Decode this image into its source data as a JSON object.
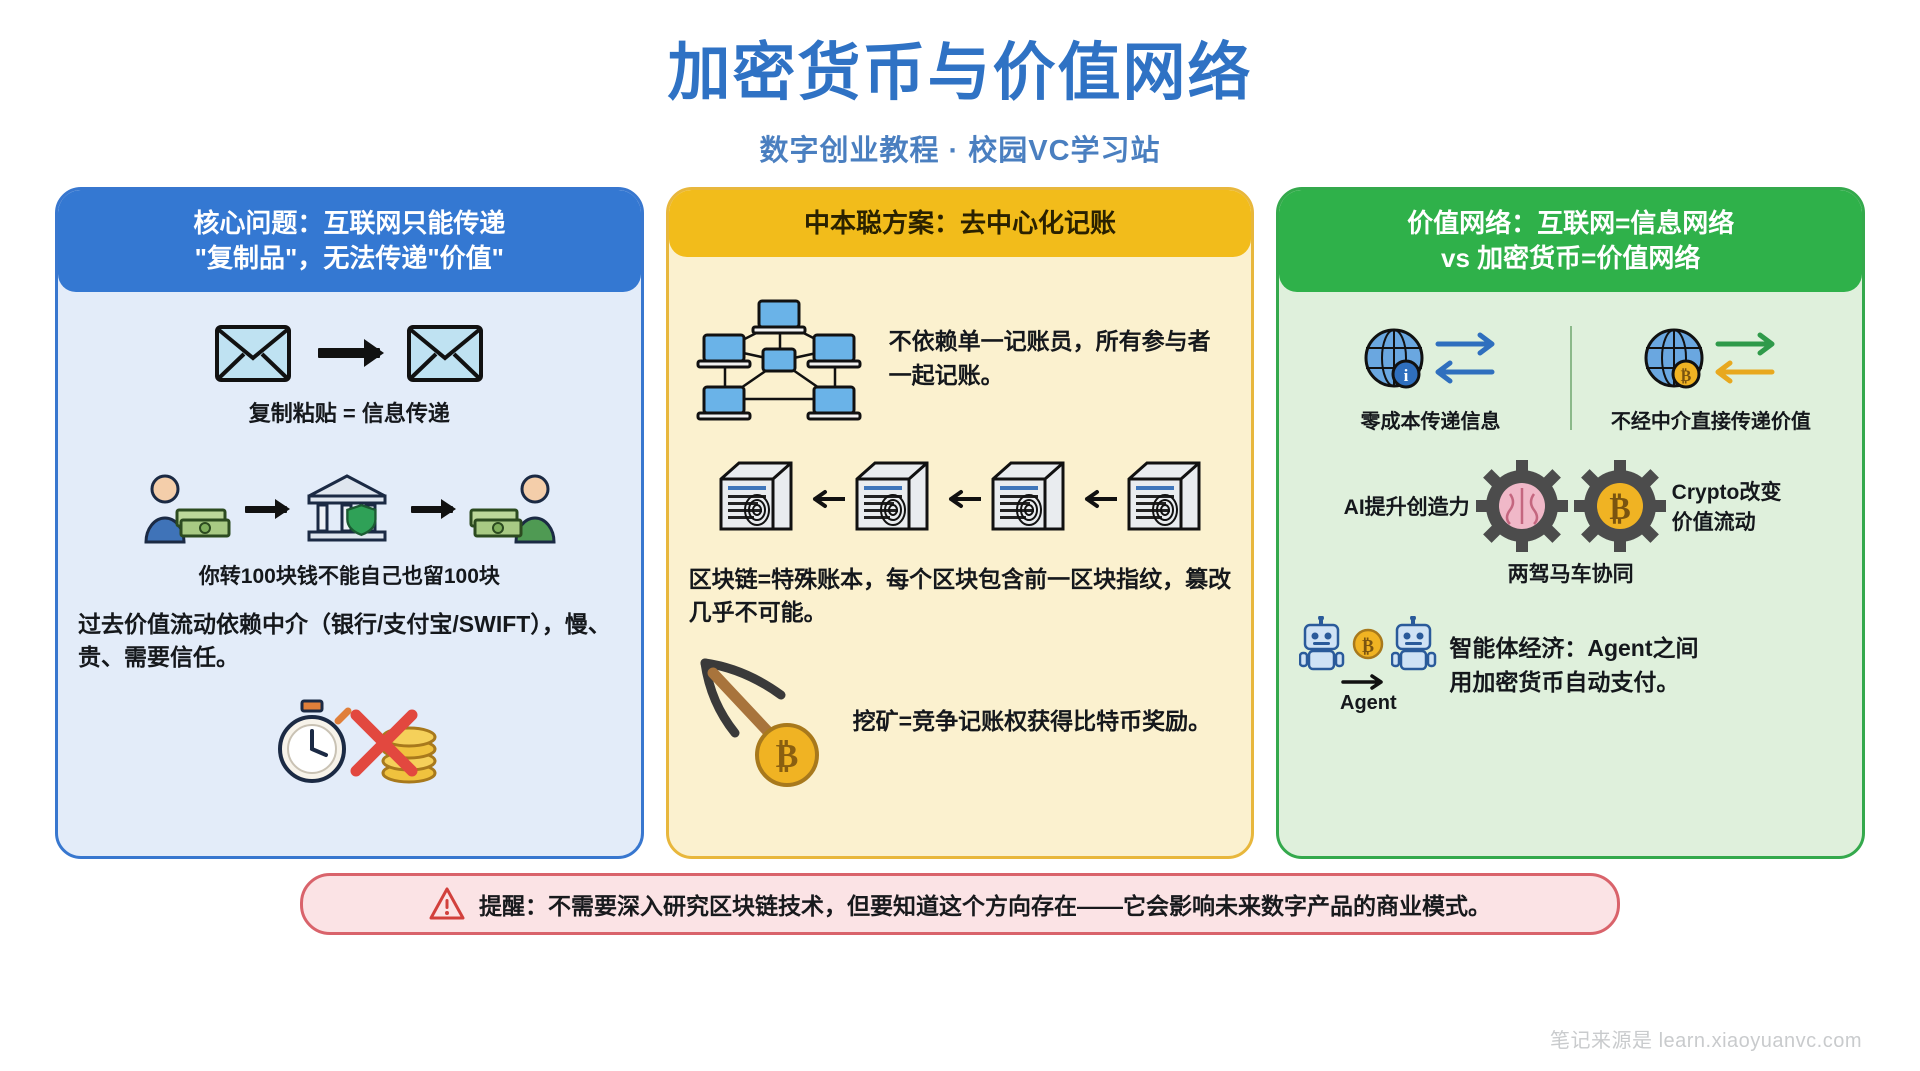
{
  "header": {
    "title": "加密货币与价值网络",
    "subtitle": "数字创业教程 · 校园VC学习站",
    "title_color": "#2f72c4",
    "subtitle_color": "#4a7fc0"
  },
  "cards": [
    {
      "id": "core-problem",
      "accent": "#3478d2",
      "body_bg": "#e3ecf9",
      "heading": "核心问题：互联网只能传递\"复制品\"，无法传递\"价值\"",
      "heading_line1": "核心问题：互联网只能传递",
      "heading_line2": "\"复制品\"，无法传递\"价值\"",
      "icons": [
        "envelope-icon",
        "arrow-right-icon",
        "envelope-icon",
        "person-money-icon",
        "bank-icon",
        "shield-icon",
        "person-money-icon",
        "stopwatch-icon",
        "coins-icon",
        "red-cross-icon"
      ],
      "caption1": "复制粘贴 = 信息传递",
      "caption2": "你转100块钱不能自己也留100块",
      "paragraph": "过去价值流动依赖中介（银行/支付宝/SWIFT），慢、贵、需要信任。"
    },
    {
      "id": "nakamoto-solution",
      "accent": "#f2bc1b",
      "body_bg": "#fbf1cf",
      "heading": "中本聪方案：去中心化记账",
      "icons": [
        "network-nodes-icon",
        "block-fingerprint-icon",
        "arrow-left-icon",
        "pickaxe-icon",
        "bitcoin-coin-icon"
      ],
      "text1": "不依赖单一记账员，所有参与者一起记账。",
      "text2": "区块链=特殊账本，每个区块包含前一区块指纹，篡改几乎不可能。",
      "text3": "挖矿=竞争记账权获得比特币奖励。"
    },
    {
      "id": "value-network",
      "accent": "#2fb14a",
      "body_bg": "#dff0dc",
      "heading_line1": "价值网络：互联网=信息网络",
      "heading_line2": "vs 加密货币=价值网络",
      "heading": "价值网络：互联网=信息网络 vs 加密货币=价值网络",
      "icons": [
        "globe-info-icon",
        "exchange-arrows-icon",
        "globe-bitcoin-icon",
        "brain-gear-icon",
        "bitcoin-gear-icon",
        "robot-icon",
        "bitcoin-coin-icon"
      ],
      "left_caption": "零成本传递信息",
      "right_caption": "不经中介直接传递价值",
      "gear_left_label": "AI提升创造力",
      "gear_right_label_line1": "Crypto改变",
      "gear_right_label_line2": "价值流动",
      "gear_bottom_label": "两驾马车协同",
      "agent_label": "Agent",
      "agent_text_line1": "智能体经济：Agent之间",
      "agent_text_line2": "用加密货币自动支付。"
    }
  ],
  "warning": {
    "icon": "warning-triangle-icon",
    "text": "提醒：不需要深入研究区块链技术，但要知道这个方向存在——它会影响未来数字产品的商业模式。",
    "border_color": "#d9636b",
    "bg_color": "#fbe3e5"
  },
  "footer": {
    "text": "笔记来源是 learn.xiaoyuanvc.com"
  }
}
